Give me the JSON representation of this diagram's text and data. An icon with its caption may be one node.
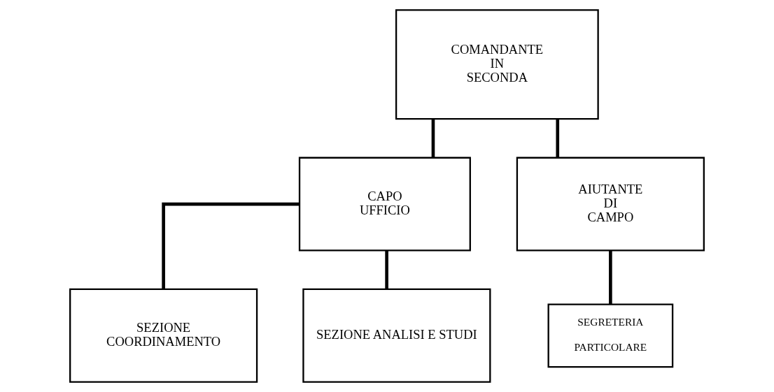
{
  "diagram": {
    "nodes": [
      {
        "text": [
          "COMANDANTE IN SECONDA"
        ]
      },
      {
        "text": [
          "CAPO UFFICIO"
        ]
      },
      {
        "text": [
          "AIUTANTE DI CAMPO"
        ]
      },
      {
        "text": [
          "SEZIONE COORDINAMENTO"
        ]
      },
      {
        "text": [
          "SEZIONE ANALISI E STUDI"
        ]
      },
      {
        "text": [
          "SEGRETERIA PARTICOLARE"
        ]
      }
    ],
    "edges": [
      {
        "from": 0,
        "to": 1,
        "arrow": "none"
      },
      {
        "from": 0,
        "to": 2,
        "arrow": "none"
      },
      {
        "from": 1,
        "to": 3,
        "arrow": "none"
      },
      {
        "from": 1,
        "to": 4,
        "arrow": "none"
      },
      {
        "from": 2,
        "to": 5,
        "arrow": "none"
      }
    ]
  }
}
